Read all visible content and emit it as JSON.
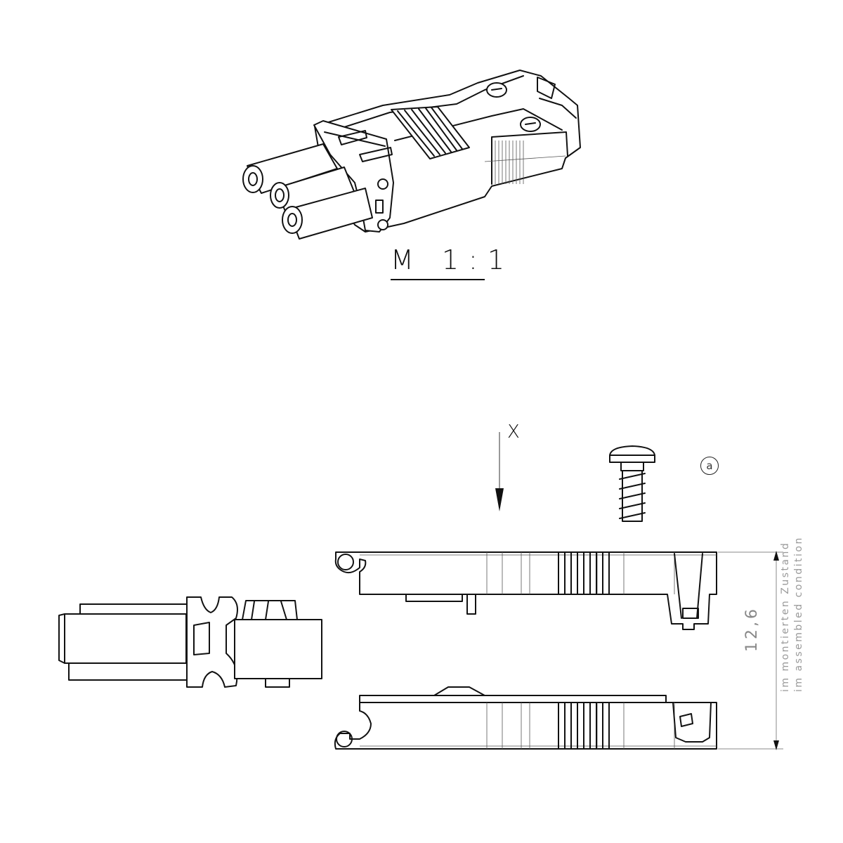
{
  "drawing": {
    "scale_label": "M 1:1",
    "view_label": "X",
    "note_marker": "a",
    "dimension": {
      "value": "12,6",
      "note_de": "im montierten Zustand",
      "note_en": "im assembled condition"
    },
    "views": [
      {
        "id": "isometric",
        "description": "3-pole connector, isometric view"
      },
      {
        "id": "end-view",
        "description": "connector end view (left)"
      },
      {
        "id": "top-half",
        "description": "upper housing half, side view"
      },
      {
        "id": "bottom-half",
        "description": "lower housing half, side view"
      },
      {
        "id": "screw",
        "description": "pan-head assembly screw"
      }
    ]
  },
  "colors": {
    "line": "#111111",
    "dimension": "#888888",
    "background": "#ffffff"
  }
}
